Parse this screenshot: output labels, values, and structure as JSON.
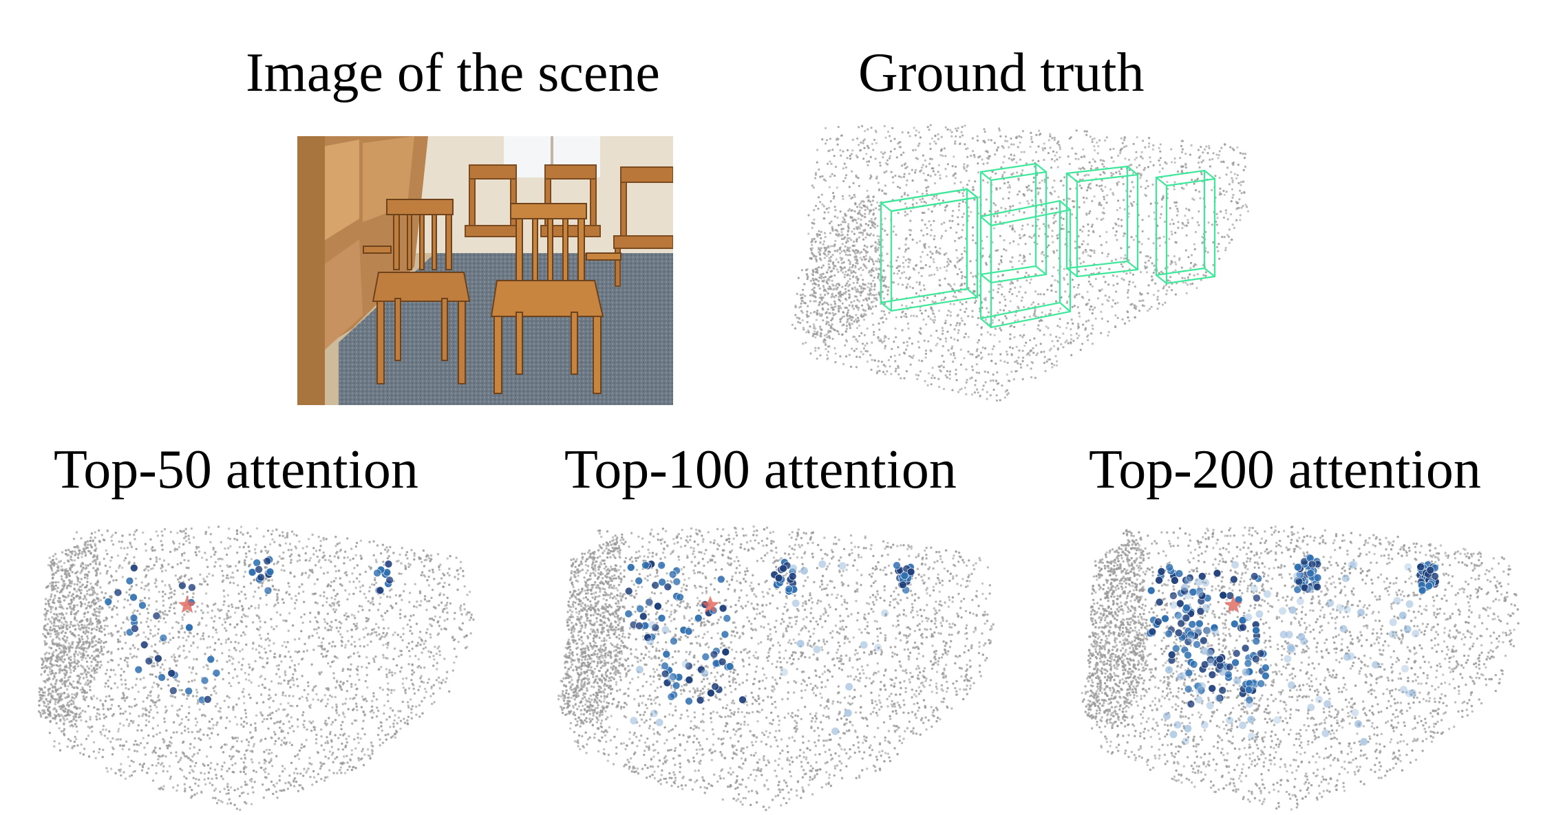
{
  "titles": {
    "image": "Image of the scene",
    "ground_truth": "Ground truth",
    "top50": "Top-50 attention",
    "top100": "Top-100 attention",
    "top200": "Top-200 attention"
  },
  "attention_levels": [
    50,
    100,
    200
  ],
  "colors": {
    "point_cloud_gray": "#9a9a9a",
    "bbox_green": "#3ee89a",
    "attention_blue": "#2f6fb0",
    "attention_blue_dark": "#1f3f7a",
    "query_star": "#e0645a"
  },
  "icons": {
    "query_marker": "star-icon"
  }
}
